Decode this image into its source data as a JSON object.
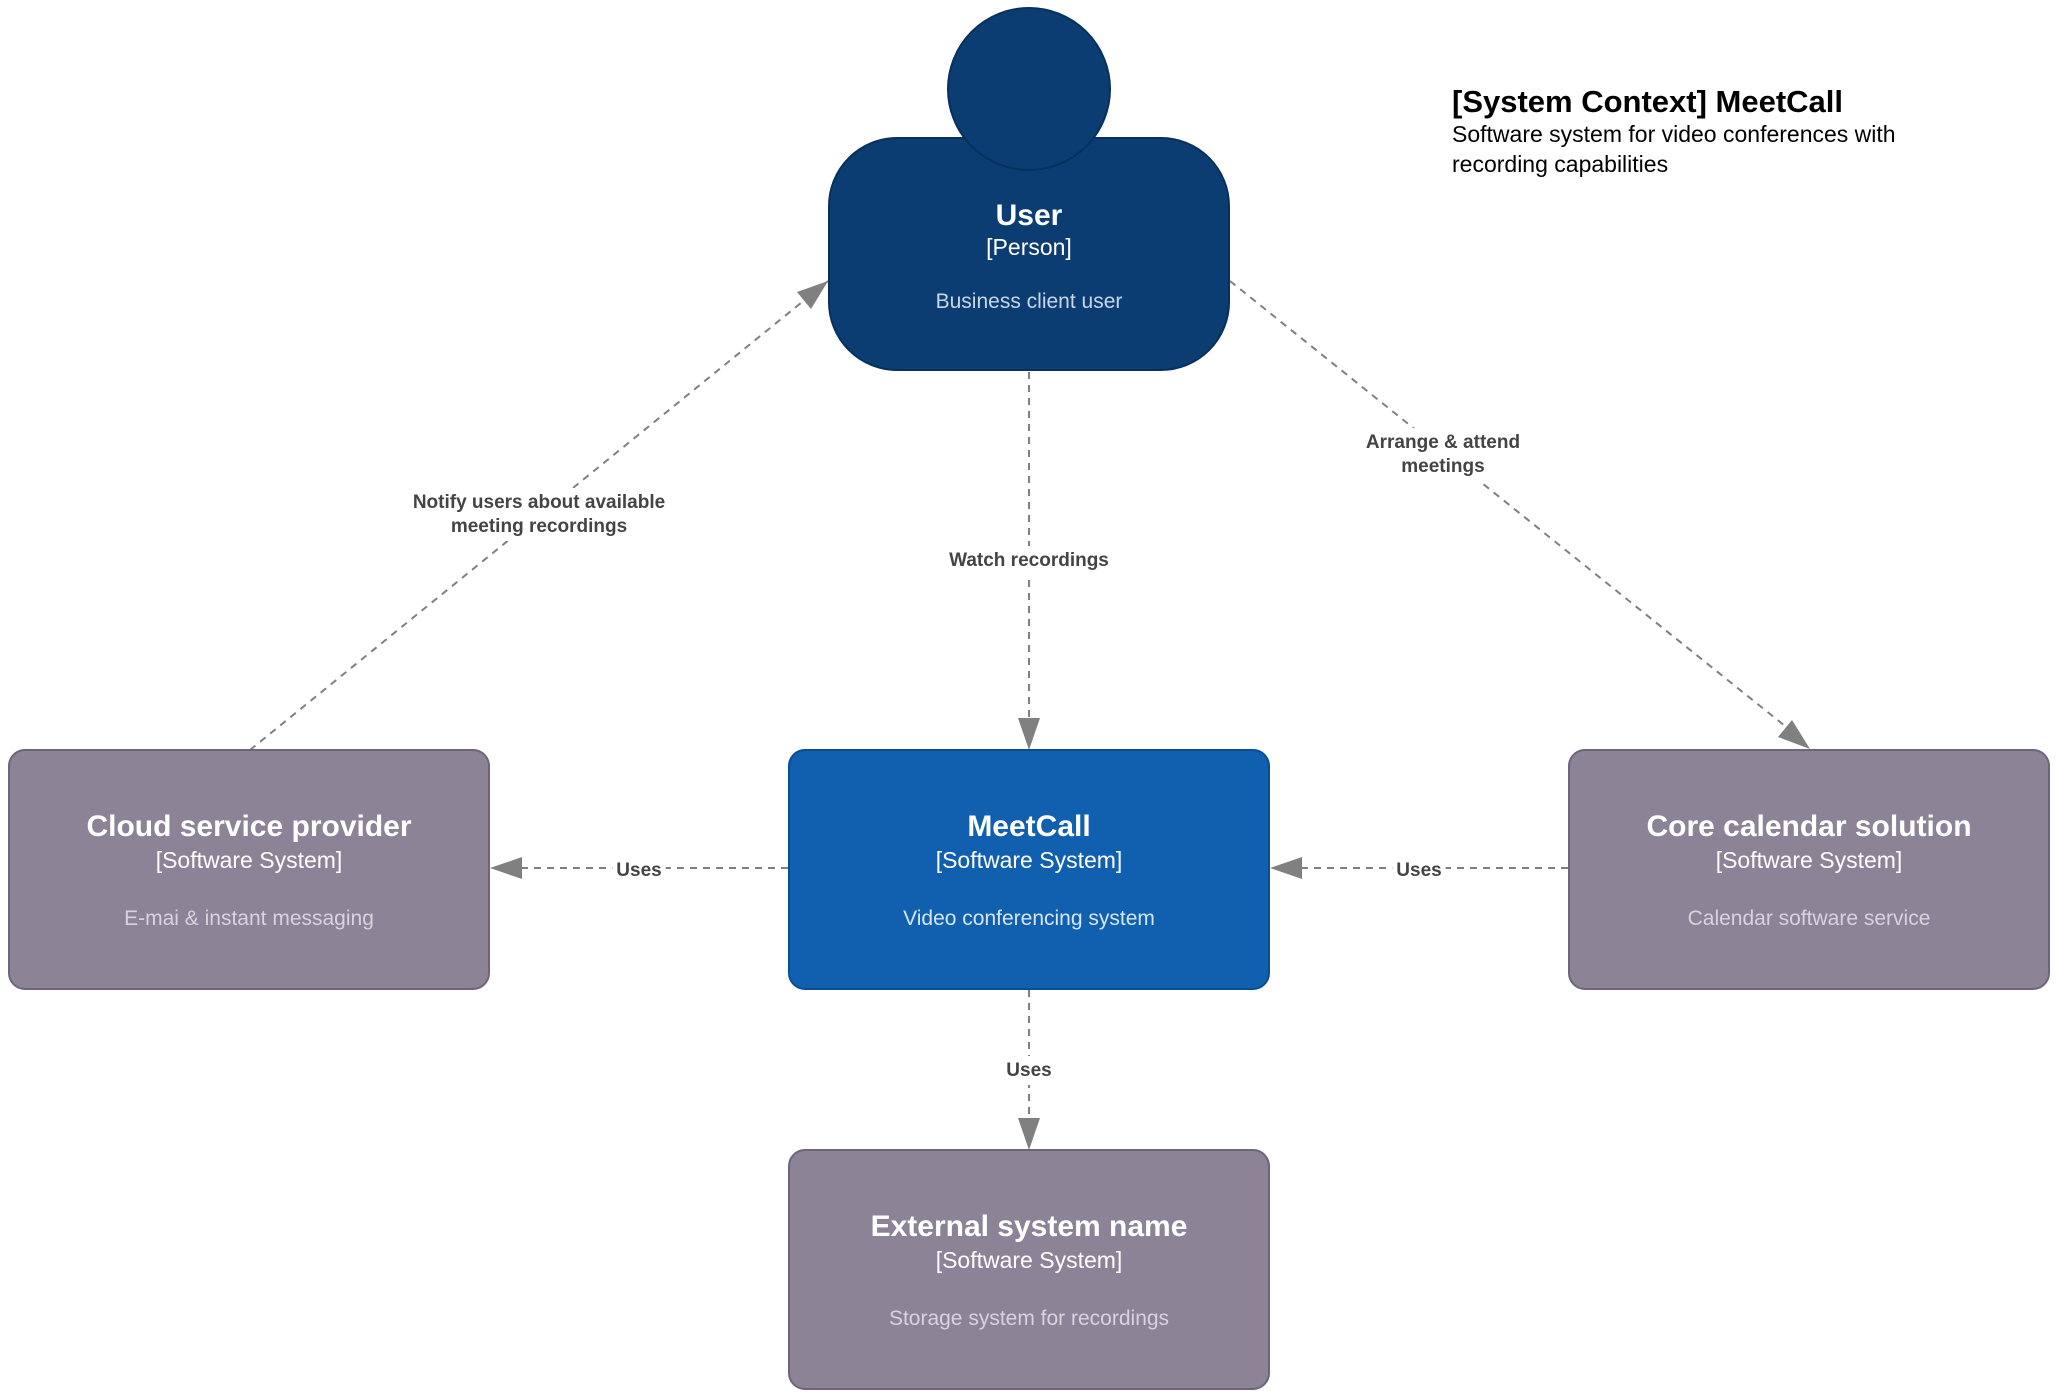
{
  "legend": {
    "title": "[System Context] MeetCall",
    "description_lines": [
      "Software system for video conferences with",
      "recording capabilities"
    ]
  },
  "colors": {
    "person": "#0b3d73",
    "focus_system": "#1160b0",
    "external_system": "#8c8396",
    "external_desc_text": "#d8d3de",
    "person_desc_text": "#c9d6e6",
    "arrow": "#808080"
  },
  "nodes": {
    "user": {
      "name": "User",
      "type": "[Person]",
      "description": "Business client user"
    },
    "meetcall": {
      "name": "MeetCall",
      "type": "[Software System]",
      "description": "Video conferencing system"
    },
    "cloud": {
      "name": "Cloud service provider",
      "type": "[Software System]",
      "description": "E-mai & instant messaging"
    },
    "calendar": {
      "name": "Core calendar solution",
      "type": "[Software System]",
      "description": "Calendar software service"
    },
    "external": {
      "name": "External system name",
      "type": "[Software System]",
      "description": "Storage system for recordings"
    }
  },
  "edges": {
    "notify": {
      "from": "Cloud service provider",
      "to": "User",
      "label_lines": [
        "Notify users about available",
        "meeting recordings"
      ]
    },
    "watch": {
      "from": "User",
      "to": "MeetCall",
      "label_lines": [
        "Watch recordings"
      ]
    },
    "arrange": {
      "from": "User",
      "to": "Core calendar solution",
      "label_lines": [
        "Arrange & attend",
        "meetings"
      ]
    },
    "uses_cloud": {
      "from": "MeetCall",
      "to": "Cloud service provider",
      "label_lines": [
        "Uses"
      ]
    },
    "uses_calendar": {
      "from": "Core calendar solution",
      "to": "MeetCall",
      "label_lines": [
        "Uses"
      ]
    },
    "uses_external": {
      "from": "MeetCall",
      "to": "External system name",
      "label_lines": [
        "Uses"
      ]
    }
  }
}
